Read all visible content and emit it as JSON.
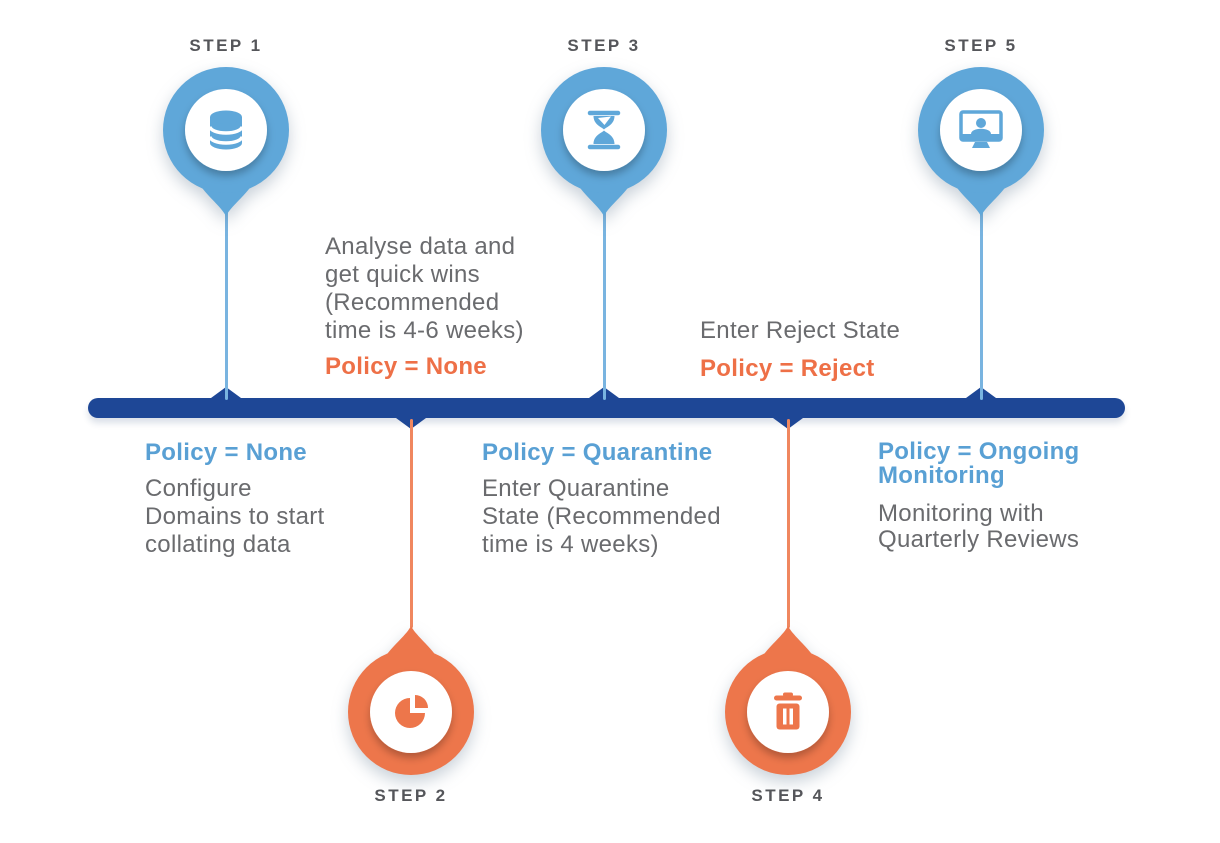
{
  "colors": {
    "blue": "#5FA7D9",
    "orange": "#ED764B",
    "navy": "#1E4796",
    "conn-blue": "#79B4E0",
    "conn-orange": "#F0875F",
    "text-gray": "#6A6B6E",
    "step-label": "#55565A",
    "policy-blue": "#59A0D4",
    "policy-orange": "#EE7047"
  },
  "steps": {
    "step1": {
      "label": "STEP 1",
      "icon": "database",
      "side": "top"
    },
    "step2": {
      "label": "STEP 2",
      "icon": "pie-chart",
      "side": "bottom"
    },
    "step3": {
      "label": "STEP 3",
      "icon": "hourglass",
      "side": "top"
    },
    "step4": {
      "label": "STEP 4",
      "icon": "trash",
      "side": "bottom"
    },
    "step5": {
      "label": "STEP 5",
      "icon": "monitor-user",
      "side": "top"
    }
  },
  "annotations": {
    "step1": {
      "policy_lines": [
        "Policy = None"
      ],
      "policy_color": "#59A0D4",
      "desc_lines": [
        "Configure",
        "Domains to start",
        "collating data"
      ]
    },
    "step2": {
      "desc_lines": [
        "Analyse data and",
        "get quick wins",
        "(Recommended",
        "time is 4-6 weeks)"
      ],
      "policy_lines": [
        "Policy = None"
      ],
      "policy_color": "#EE7047"
    },
    "step3": {
      "policy_lines": [
        "Policy = Quarantine"
      ],
      "policy_color": "#59A0D4",
      "desc_lines": [
        "Enter Quarantine",
        "State (Recommended",
        "time is 4 weeks)"
      ]
    },
    "step4": {
      "desc_lines": [
        "Enter Reject State"
      ],
      "policy_lines": [
        "Policy = Reject"
      ],
      "policy_color": "#EE7047"
    },
    "step5": {
      "policy_lines": [
        "Policy = Ongoing",
        "Monitoring"
      ],
      "policy_color": "#59A0D4",
      "desc_lines": [
        "Monitoring with",
        "Quarterly Reviews"
      ]
    }
  }
}
